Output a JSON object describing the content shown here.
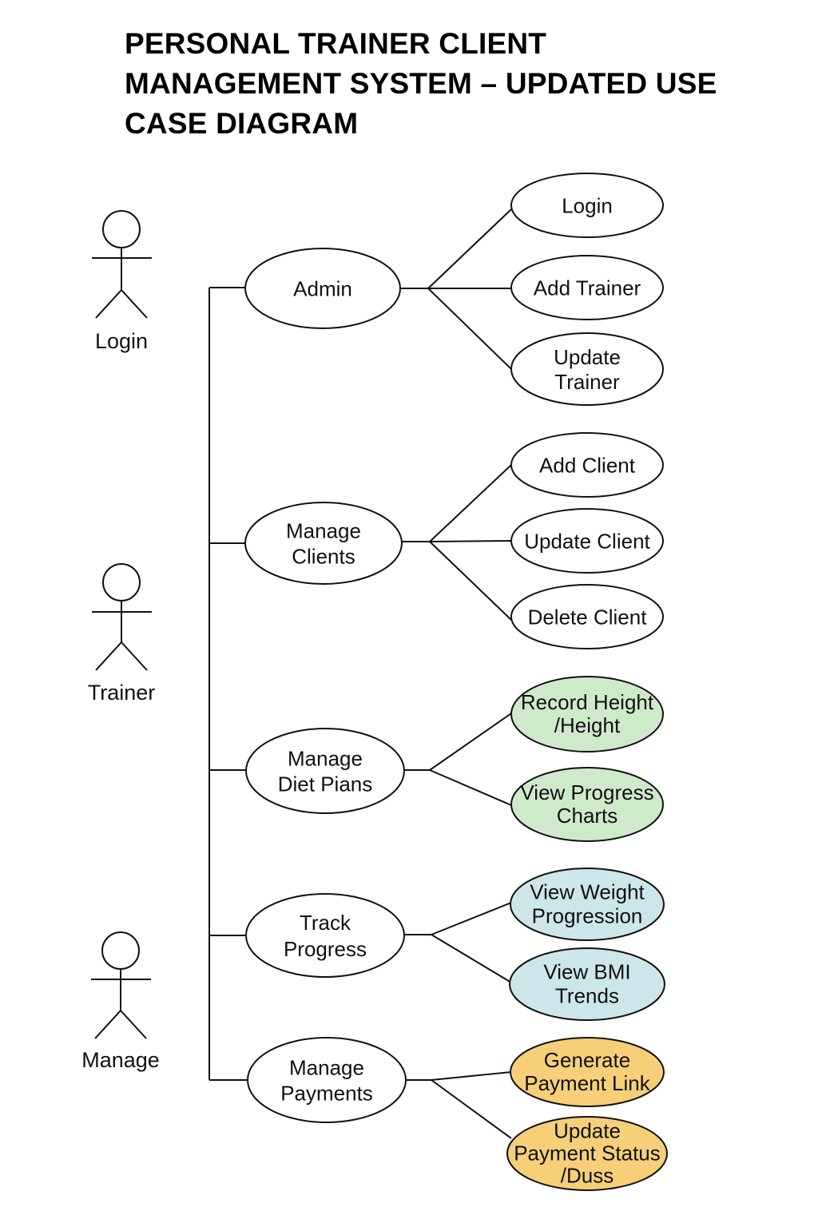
{
  "title": {
    "line1": "PERSONAL TRAINER CLIENT",
    "line2": "MANAGEMENT SYSTEM – UPDATED USE",
    "line3": "CASE DIAGRAM"
  },
  "actors": [
    {
      "label": "Login"
    },
    {
      "label": "Trainer"
    },
    {
      "label": "Manage"
    }
  ],
  "use_cases": {
    "admin": {
      "lines": [
        "Admin"
      ]
    },
    "manage_clients": {
      "lines": [
        "Manage",
        "Clients"
      ]
    },
    "manage_diet": {
      "lines": [
        "Manage",
        "Diet Pians"
      ]
    },
    "track_progress": {
      "lines": [
        "Track",
        "Progress"
      ]
    },
    "manage_payments": {
      "lines": [
        "Manage",
        "Payments"
      ]
    },
    "login": {
      "lines": [
        "Login"
      ]
    },
    "add_trainer": {
      "lines": [
        "Add Trainer"
      ]
    },
    "update_trainer": {
      "lines": [
        "Update",
        "Trainer"
      ]
    },
    "add_client": {
      "lines": [
        "Add Client"
      ]
    },
    "update_client": {
      "lines": [
        "Update Client"
      ]
    },
    "delete_client": {
      "lines": [
        "Delete Client"
      ]
    },
    "record_height": {
      "lines": [
        "Record Height",
        "/Height"
      ]
    },
    "view_progress_charts": {
      "lines": [
        "View Progress",
        "Charts"
      ]
    },
    "view_weight": {
      "lines": [
        "View Weight",
        "Progression"
      ]
    },
    "view_bmi": {
      "lines": [
        "View BMI",
        "Trends"
      ]
    },
    "generate_payment": {
      "lines": [
        "Generate",
        "Payment Link"
      ]
    },
    "update_payment": {
      "lines": [
        "Update",
        "Payment Status",
        "/Duss"
      ]
    }
  },
  "colors": {
    "white": "#ffffff",
    "green": "#cfeacb",
    "blue": "#cde6ea",
    "orange": "#f7cf78",
    "stroke": "#111111"
  }
}
